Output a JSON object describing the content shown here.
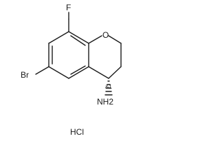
{
  "molecule": {
    "atoms": {
      "fluorine": "F",
      "oxygen": "O",
      "bromine": "Br",
      "amine": "NH2"
    },
    "stereo_descriptor": "&1",
    "salt": "HCl"
  }
}
